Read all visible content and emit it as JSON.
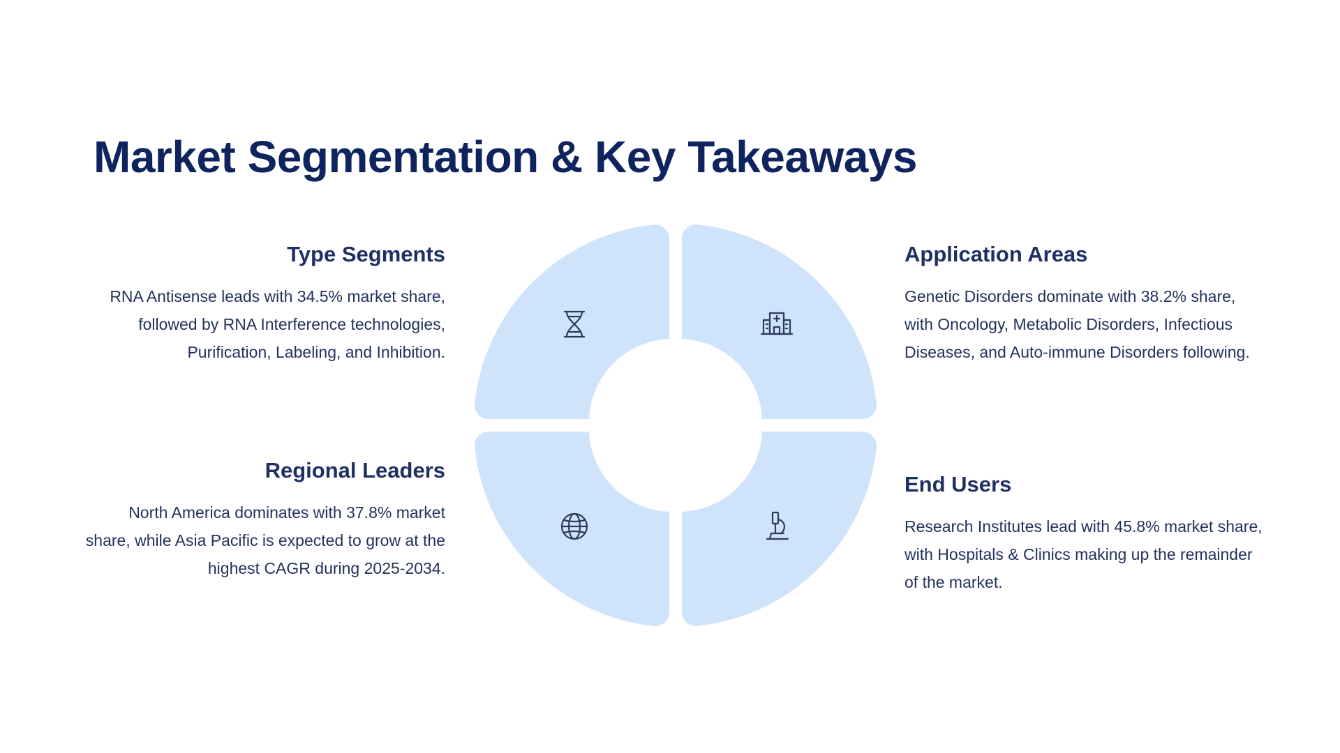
{
  "title": "Market Segmentation & Key Takeaways",
  "colors": {
    "title": "#0f245e",
    "heading": "#1e2f63",
    "body": "#22315d",
    "segment_fill": "#cfe4fb",
    "icon_stroke": "#2a3a5e"
  },
  "segments": {
    "top_left": {
      "heading": "Type Segments",
      "text": "RNA Antisense leads with 34.5% market share, followed by RNA Interference technologies, Purification, Labeling, and Inhibition.",
      "icon": "dna-icon"
    },
    "top_right": {
      "heading": "Application Areas",
      "text": "Genetic Disorders dominate with 38.2% share, with Oncology, Metabolic Disorders, Infectious Diseases, and Auto-immune Disorders following.",
      "icon": "hospital-icon"
    },
    "bottom_left": {
      "heading": "Regional Leaders",
      "text": "North America dominates with 37.8% market share, while Asia Pacific is expected to grow at the highest CAGR during 2025-2034.",
      "icon": "globe-icon"
    },
    "bottom_right": {
      "heading": "End Users",
      "text": "Research Institutes lead with 45.8% market share, with Hospitals & Clinics making up the remainder of the market.",
      "icon": "microscope-icon"
    }
  }
}
